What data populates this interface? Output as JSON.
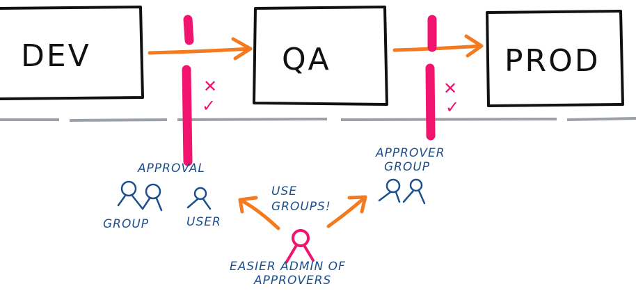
{
  "environments": [
    {
      "label": "DEV"
    },
    {
      "label": "QA"
    },
    {
      "label": "PROD"
    }
  ],
  "gates": [
    {
      "reject": "✕",
      "approve": "✓"
    },
    {
      "reject": "✕",
      "approve": "✓"
    }
  ],
  "approval": {
    "title": "APPROVAL",
    "group_label": "GROUP",
    "user_label": "USER"
  },
  "approver_group": {
    "line1": "APPROVER",
    "line2": "GROUP"
  },
  "advice": {
    "line1": "USE",
    "line2": "GROUPS!"
  },
  "admin": {
    "line1": "EASIER ADMIN OF",
    "line2": "APPROVERS"
  },
  "colors": {
    "gate": "#f0146e",
    "arrow": "#f47a20",
    "text": "#1c4f8c"
  }
}
